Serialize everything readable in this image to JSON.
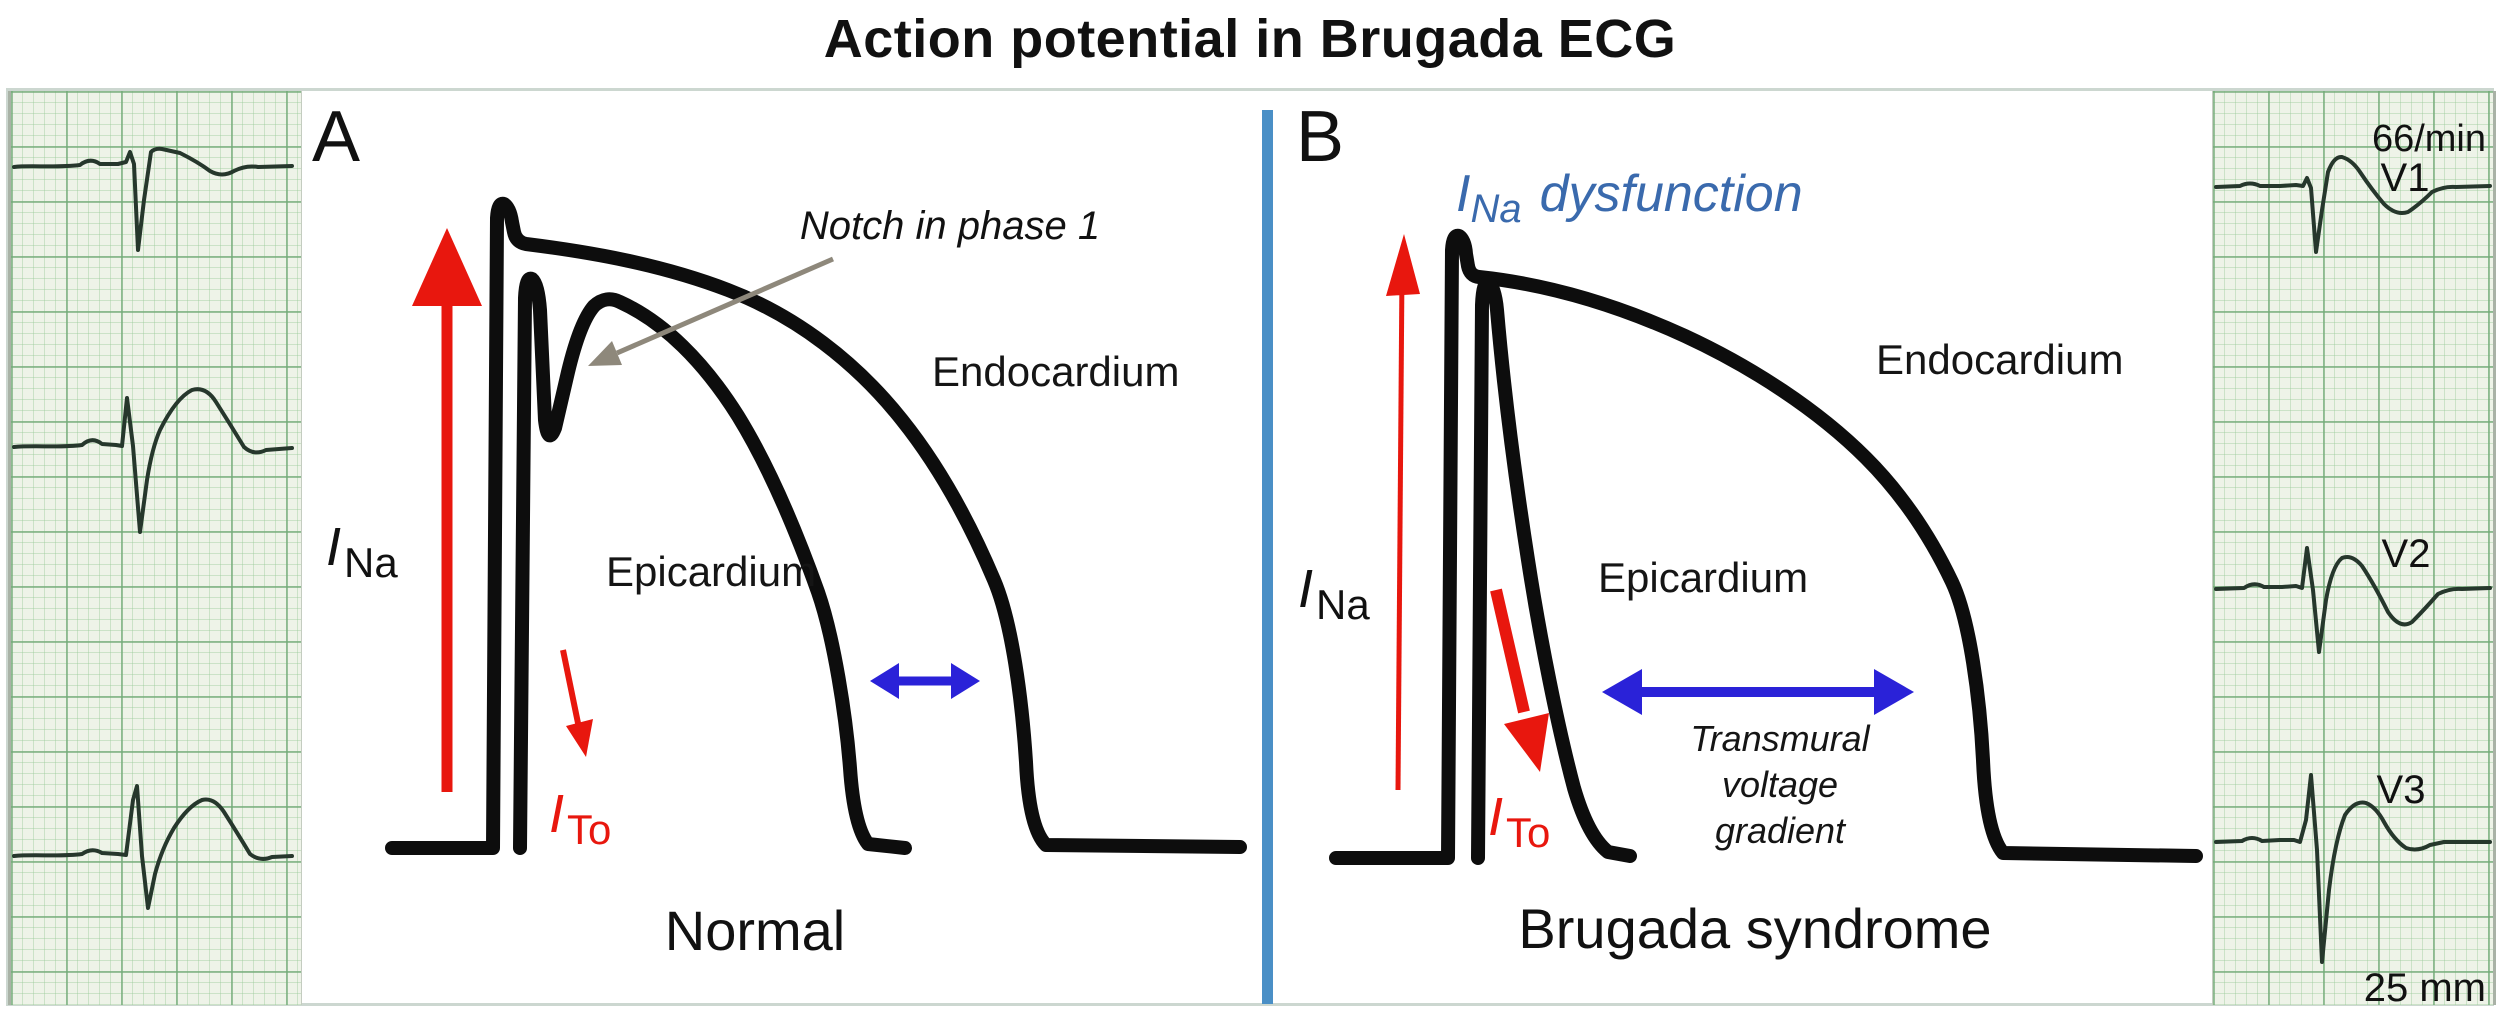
{
  "title": "Action potential in Brugada ECG",
  "panel_a": {
    "label": "A",
    "caption": "Normal",
    "notch_annotation": "Notch in phase 1",
    "endocardium": "Endocardium",
    "epicardium": "Epicardium",
    "ina": {
      "main": "I",
      "sub": "Na"
    },
    "ito": {
      "main": "I",
      "sub": "To"
    }
  },
  "panel_b": {
    "label": "B",
    "caption": "Brugada syndrome",
    "dysfunction": {
      "main": "I",
      "sub": "Na",
      "rest": "dysfunction"
    },
    "endocardium": "Endocardium",
    "epicardium": "Epicardium",
    "ina": {
      "main": "I",
      "sub": "Na"
    },
    "ito": {
      "main": "I",
      "sub": "To"
    },
    "transmural": {
      "line1": "Transmural",
      "line2": "voltage",
      "line3": "gradient"
    }
  },
  "right_strip": {
    "rate": "66/min",
    "lead1": "V1",
    "lead2": "V2",
    "lead3": "V3",
    "scale": "25 mm"
  },
  "colors": {
    "red_arrow": "#e8170e",
    "blue_arrow": "#2a22d8",
    "blue_text": "#3a6aad",
    "divider_blue": "#4a8fc6",
    "gray_arrow": "#8e887b",
    "ap_curve": "#0d0d0d",
    "ecg_trace": "#26372c",
    "paper_green": "#eef3e8",
    "frame": "#ccd7d0"
  }
}
